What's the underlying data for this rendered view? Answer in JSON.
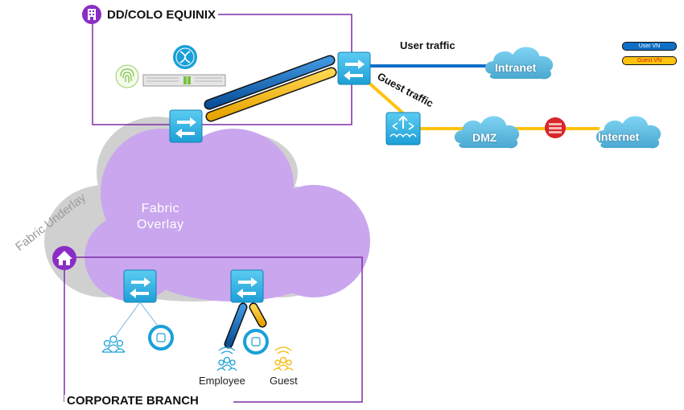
{
  "dc_site": {
    "title": "DD/COLO EQUINIX"
  },
  "branch_site": {
    "title": "CORPORATE BRANCH"
  },
  "traffic_labels": {
    "user": "User traffic",
    "guest": "Guest traffic"
  },
  "clouds": {
    "intranet": "Intranet",
    "dmz": "DMZ",
    "internet": "Internet",
    "underlay": "Fabric Underlay",
    "overlay_line1": "Fabric",
    "overlay_line2": "Overlay"
  },
  "legend": [
    {
      "label": "User VN",
      "color": "#0f6fc6",
      "text_color": "#ffffff"
    },
    {
      "label": "Guest VN",
      "color": "#ffc20e",
      "text_color": "#d02020"
    }
  ],
  "endpoints": {
    "employee": "Employee",
    "guest": "Guest"
  },
  "colors": {
    "user_vn": "#0f6fc6",
    "guest_vn": "#ffc20e",
    "site_border": "#7b2ea6",
    "switch": "#2fb3e6",
    "cloud": "#5bc0e6",
    "firewall": "#d8262a",
    "underlay": "#d0d0d0",
    "overlay": "#c9a6ee"
  },
  "icons": [
    "building-icon",
    "home-icon",
    "fingerprint-icon",
    "dna-center-icon",
    "switch-icon",
    "router-icon",
    "firewall-icon",
    "user-group-icon",
    "access-point-icon",
    "wireless-users-icon"
  ]
}
